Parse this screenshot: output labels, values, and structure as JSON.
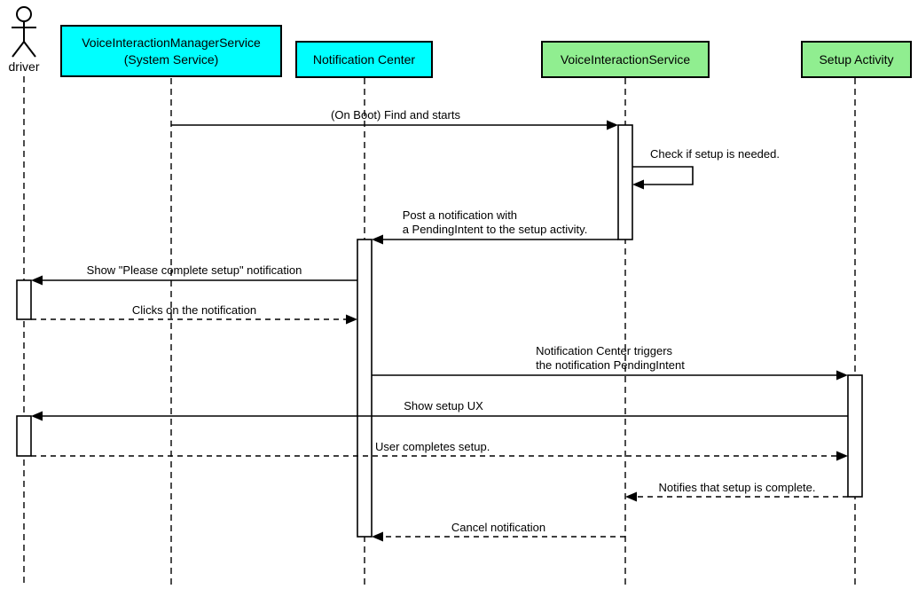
{
  "diagram": {
    "type": "uml-sequence-diagram",
    "background_color": "#ffffff",
    "line_color": "#000000",
    "legend_colors": {
      "system_participant": "#00ffff",
      "app_participant": "#90ee90"
    },
    "actor": {
      "label": "driver"
    },
    "participants": [
      {
        "id": "voice-interaction-manager-service",
        "lines": [
          "VoiceInteractionManagerService",
          "(System Service)"
        ],
        "color": "#00ffff"
      },
      {
        "id": "notification-center",
        "lines": [
          "Notification Center"
        ],
        "color": "#00ffff"
      },
      {
        "id": "voice-interaction-service",
        "lines": [
          "VoiceInteractionService"
        ],
        "color": "#90ee90"
      },
      {
        "id": "setup-activity",
        "lines": [
          "Setup Activity"
        ],
        "color": "#90ee90"
      }
    ],
    "messages": [
      {
        "from": "VoiceInteractionManagerService",
        "to": "VoiceInteractionService",
        "style": "solid",
        "lines": [
          "(On Boot) Find and starts"
        ]
      },
      {
        "from": "VoiceInteractionService",
        "to": "VoiceInteractionService",
        "style": "solid-self",
        "lines": [
          "Check if setup is needed."
        ]
      },
      {
        "from": "VoiceInteractionService",
        "to": "Notification Center",
        "style": "solid",
        "lines": [
          "Post a notification with",
          "a PendingIntent to the setup activity."
        ]
      },
      {
        "from": "Notification Center",
        "to": "driver",
        "style": "solid",
        "lines": [
          "Show \"Please complete setup\" notification"
        ]
      },
      {
        "from": "driver",
        "to": "Notification Center",
        "style": "dashed",
        "lines": [
          "Clicks on the notification"
        ]
      },
      {
        "from": "Notification Center",
        "to": "Setup Activity",
        "style": "solid",
        "lines": [
          "Notification Center triggers",
          "the notification PendingIntent"
        ]
      },
      {
        "from": "Setup Activity",
        "to": "driver",
        "style": "solid",
        "lines": [
          "Show setup UX"
        ]
      },
      {
        "from": "driver",
        "to": "Setup Activity",
        "style": "dashed",
        "lines": [
          "User completes setup."
        ]
      },
      {
        "from": "Setup Activity",
        "to": "VoiceInteractionService",
        "style": "dashed",
        "lines": [
          "Notifies that setup is complete."
        ]
      },
      {
        "from": "VoiceInteractionService",
        "to": "Notification Center",
        "style": "dashed",
        "lines": [
          "Cancel notification"
        ]
      }
    ]
  }
}
